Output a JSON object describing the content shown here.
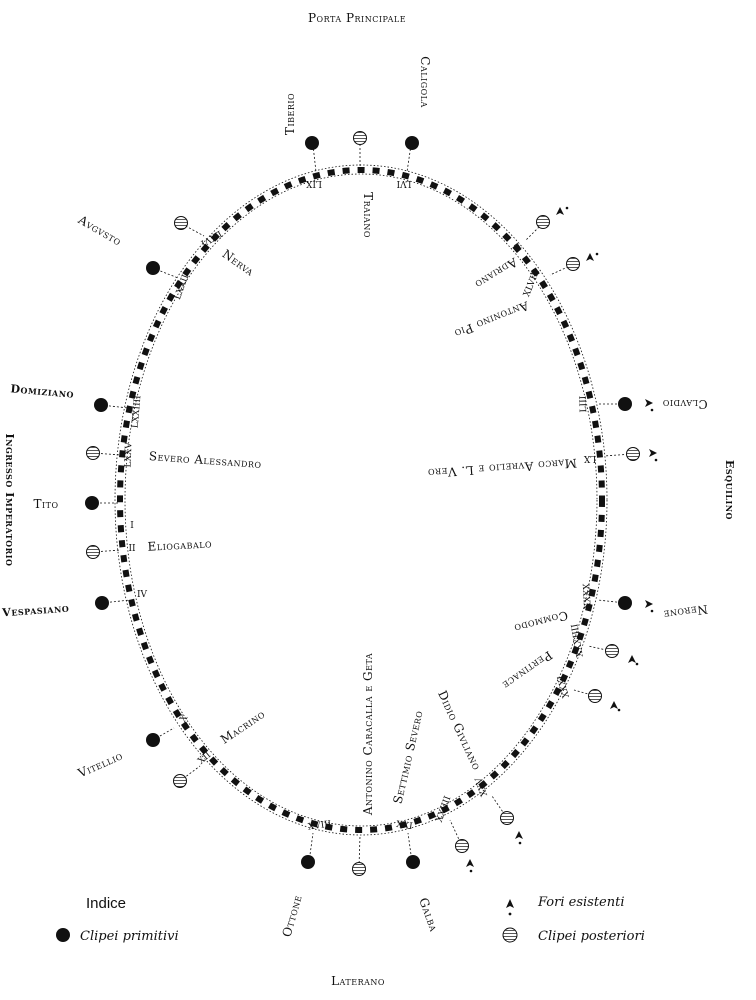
{
  "title_top": "Porta Principale",
  "title_bottom": "Laterano",
  "title_right": "Esquilino",
  "title_left": "Ingresso Imperatorio",
  "outer_names": {
    "tiberio": "Tiberio",
    "caligola": "Caligola",
    "augusto": "Avgvsto",
    "domiziano": "Domiziano",
    "tito": "Tito",
    "vespasiano": "Vespasiano",
    "vitellio": "Vitellio",
    "ottone": "Ottone",
    "galba": "Galba",
    "claudio": "Clavdio",
    "nerone": "Nerone"
  },
  "inner_names": {
    "traiano": "Traiano",
    "nerva": "Nerva",
    "adriano": "Adriano",
    "antonino_pio": "Antonino Pio",
    "marco_aurelio": "Marco Avrelio e L. Vero",
    "severo_alessandro": "Severo Alessandro",
    "eliogabalo": "Eliogabalo",
    "macrino": "Macrino",
    "caracalla_geta": "Antonino Caracalla e Geta",
    "settimio_severo": "Settimio Severo",
    "didio_giuliano": "Didio Givliano",
    "pertinace": "Pertinace",
    "commodo": "Commodo"
  },
  "numerals": {
    "lix": "LIX",
    "lvi": "LVI",
    "lvi_b": "LVI",
    "lxvi": "LXVI",
    "lxxii": "LXXII",
    "lxxiiii": "LXXIIII",
    "lxxv": "LXXV",
    "i": "I",
    "ii": "II",
    "iv": "IV",
    "x": "X",
    "xii": "XII",
    "xviii": "XVIII",
    "xxi": "XXI",
    "xxiiii": "XXIIII",
    "xxv": "XXV",
    "xxxi": "XXXI",
    "xxxiiii": "XXXIIII",
    "xxxx": "XXXX",
    "lx": "LX",
    "liii": "LIII",
    "xlviii": "XLVIII",
    "l": "L"
  },
  "legend": {
    "title": "Indice",
    "primitivi": "Clipei primitivi",
    "fori": "Fori esistenti",
    "posteriori": "Clipei posteriori"
  },
  "colors": {
    "ink": "#111111",
    "paper": "#ffffff"
  }
}
